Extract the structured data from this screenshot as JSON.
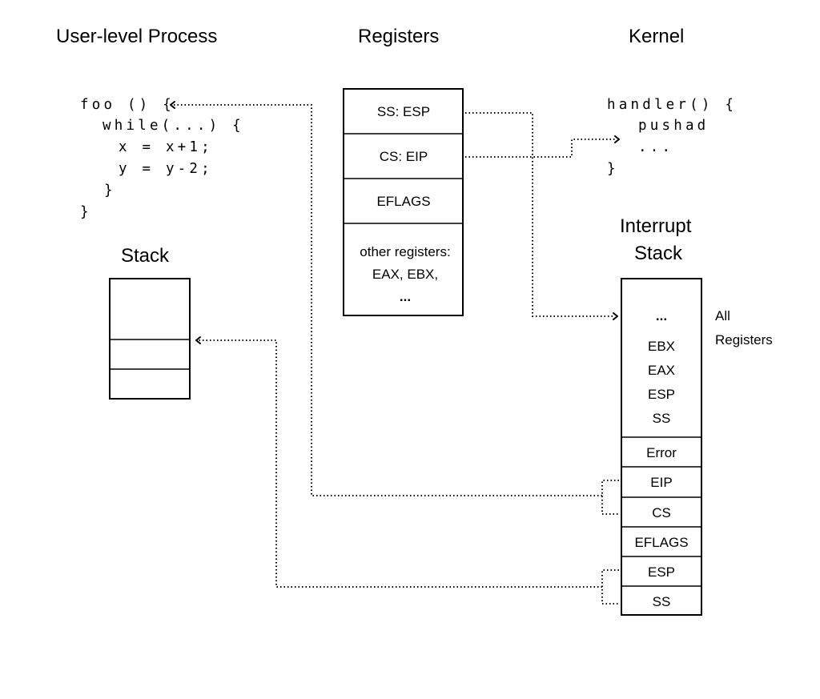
{
  "headings": {
    "user_process": "User-level Process",
    "registers": "Registers",
    "kernel": "Kernel",
    "stack": "Stack",
    "interrupt_stack_line1": "Interrupt",
    "interrupt_stack_line2": "Stack"
  },
  "user_code": [
    "foo () {",
    "while(...) {",
    "x = x+1;",
    "y = y-2;",
    "}",
    "}"
  ],
  "kernel_code": [
    "handler() {",
    "pushad",
    "...",
    "}"
  ],
  "registers": {
    "ss_esp": "SS: ESP",
    "cs_eip": "CS: EIP",
    "eflags": "EFLAGS",
    "other_line1": "other registers:",
    "other_line2": "EAX, EBX,",
    "other_line3": "..."
  },
  "interrupt_stack": {
    "dots": "...",
    "ebx": "EBX",
    "eax": "EAX",
    "esp_saved": "ESP",
    "ss_saved": "SS",
    "error": "Error",
    "eip": "EIP",
    "cs": "CS",
    "eflags": "EFLAGS",
    "esp": "ESP",
    "ss": "SS"
  },
  "all_registers_label": {
    "line1": "All",
    "line2": "Registers"
  }
}
